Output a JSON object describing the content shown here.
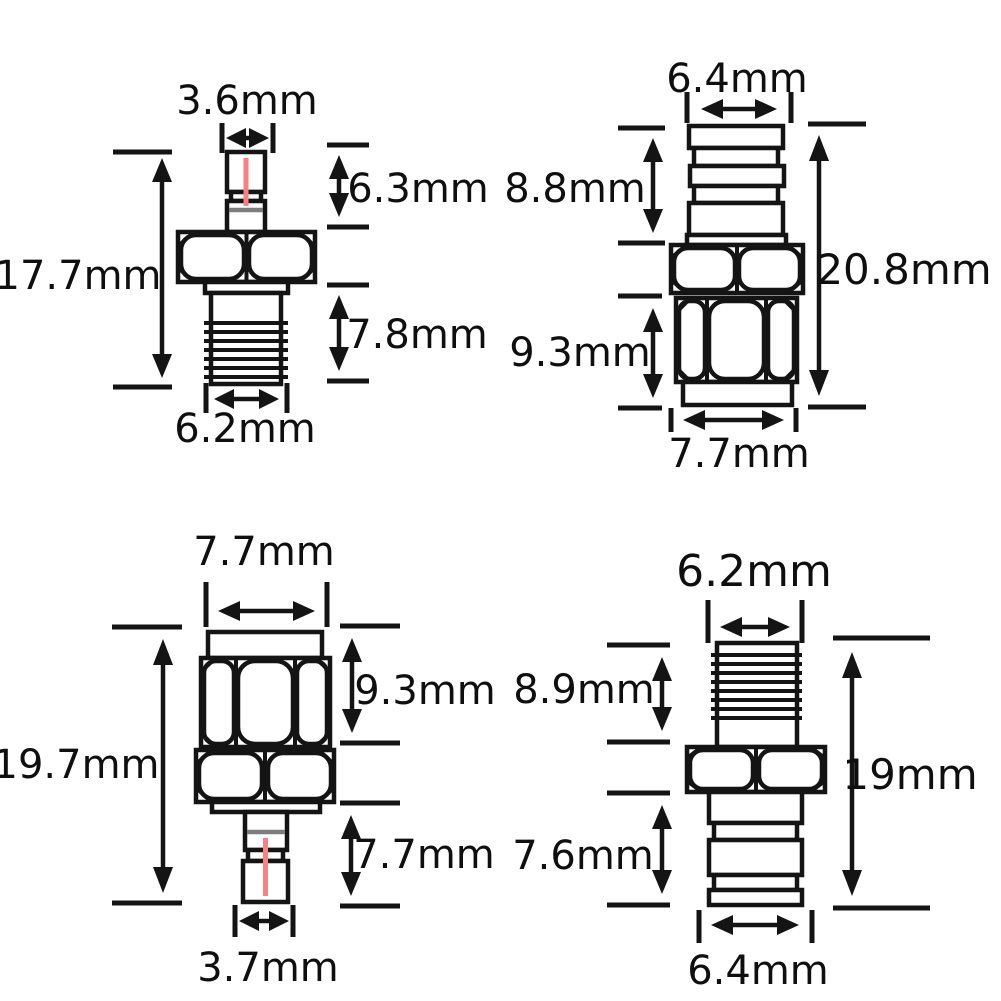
{
  "figure": {
    "kind": "rf-connector-dimension-diagram",
    "units": "mm",
    "colors": {
      "line": "#141414",
      "pin_accent": "#f88282",
      "gray_accent": "#7d7d7d",
      "background": "#ffffff"
    },
    "connectors": [
      {
        "name": "top-left-connector",
        "labels": {
          "top_width": "3.6mm",
          "upper_height": "6.3mm",
          "overall_height": "17.7mm",
          "lower_height": "7.8mm",
          "bottom_width": "6.2mm"
        }
      },
      {
        "name": "top-right-connector",
        "labels": {
          "top_width": "6.4mm",
          "upper_height": "8.8mm",
          "overall_height": "20.8mm",
          "lower_height": "9.3mm",
          "bottom_width": "7.7mm"
        }
      },
      {
        "name": "bottom-left-connector",
        "labels": {
          "top_width": "7.7mm",
          "upper_height": "9.3mm",
          "overall_height": "19.7mm",
          "lower_height": "7.7mm",
          "bottom_width": "3.7mm"
        }
      },
      {
        "name": "bottom-right-connector",
        "labels": {
          "top_width": "6.2mm",
          "upper_height": "8.9mm",
          "overall_height": "19mm",
          "lower_height": "7.6mm",
          "bottom_width": "6.4mm"
        }
      }
    ]
  }
}
